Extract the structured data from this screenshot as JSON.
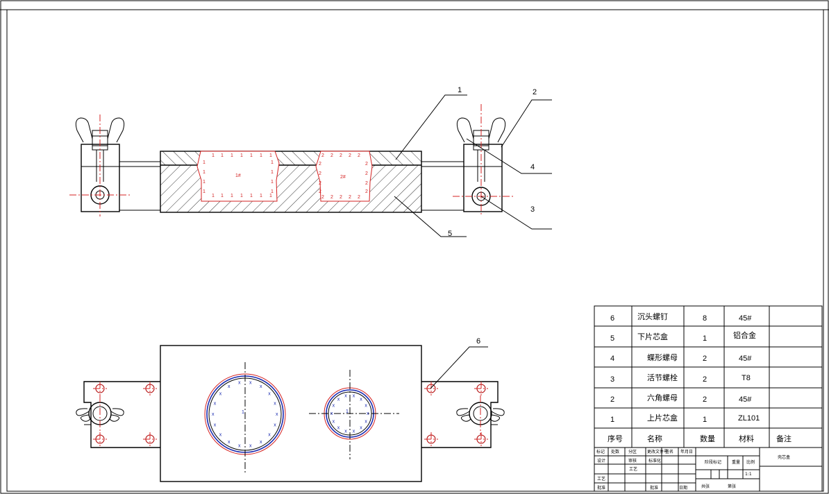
{
  "callouts": [
    "1",
    "2",
    "3",
    "4",
    "5",
    "6"
  ],
  "parts_list": [
    {
      "no": "6",
      "name": "沉头螺钉",
      "qty": "8",
      "material": "45#",
      "remark": ""
    },
    {
      "no": "5",
      "name": "下片芯盒",
      "qty": "1",
      "material": "铝合金",
      "remark": ""
    },
    {
      "no": "4",
      "name": "蝶形螺母",
      "qty": "2",
      "material": "45#",
      "remark": ""
    },
    {
      "no": "3",
      "name": "活节螺栓",
      "qty": "2",
      "material": "T8",
      "remark": ""
    },
    {
      "no": "2",
      "name": "六角螺母",
      "qty": "2",
      "material": "45#",
      "remark": ""
    },
    {
      "no": "1",
      "name": "上片芯盒",
      "qty": "1",
      "material": "ZL101",
      "remark": ""
    }
  ],
  "parts_header": {
    "no": "序号",
    "name": "名称",
    "qty": "数量",
    "material": "材料",
    "remark": "备注"
  },
  "title_block": {
    "rev_headers": [
      "标记",
      "处数",
      "分区",
      "更改文件号",
      "签名",
      "年月日"
    ],
    "design": "设计",
    "standardize": "标准化",
    "check": "审核",
    "process": "工艺",
    "approve": "批准",
    "stage_mark": "阶段标记",
    "weight": "重量",
    "scale": "比例",
    "scale_value": "1:1",
    "sheet_total": "共张",
    "sheet_no": "第张",
    "drawing_title": "壳芯盒",
    "signature": "日期"
  },
  "cavity_labels": {
    "left": "1#",
    "right": "2#",
    "center": "1",
    "dim": "1"
  }
}
